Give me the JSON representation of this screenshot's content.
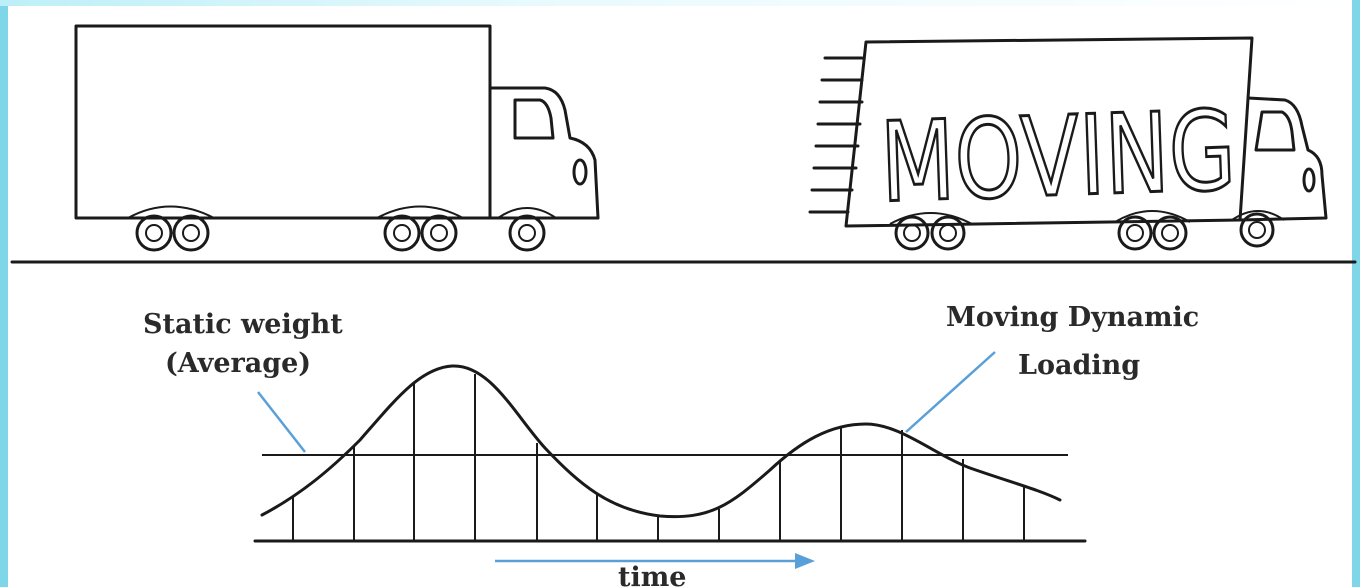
{
  "labels": {
    "static_weight_line1": "Static weight",
    "static_weight_line2": "(Average)",
    "dynamic_line1": "Moving Dynamic",
    "dynamic_line2": "Loading",
    "time": "time",
    "truck_text": "MOVING"
  },
  "colors": {
    "ink": "#1a1a1a",
    "callout": "#5aa0d8",
    "frame": "#7fd6e8"
  }
}
